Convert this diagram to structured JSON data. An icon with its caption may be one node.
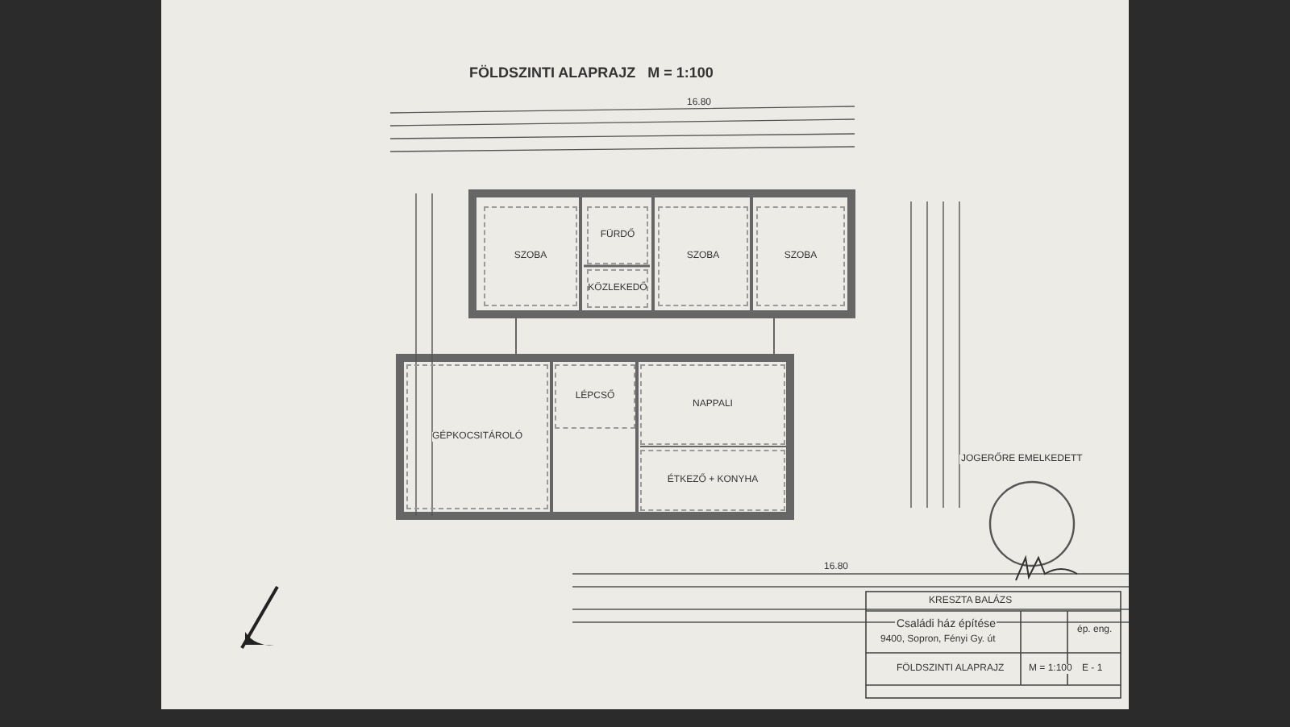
{
  "diagram": {
    "title": "FÖLDSZINTI ALAPRAJZ   M = 1:100",
    "nodes": [
      {
        "text": [
          "SZOBA"
        ]
      },
      {
        "text": [
          "FÜRDŐ"
        ]
      },
      {
        "text": [
          "KÖZLEKEDŐ"
        ]
      },
      {
        "text": [
          "SZOBA"
        ]
      },
      {
        "text": [
          "SZOBA"
        ]
      },
      {
        "text": [
          "GÉPKOCSITÁROLÓ"
        ]
      },
      {
        "text": [
          "LÉPCSŐ"
        ]
      },
      {
        "text": [
          "NAPPALI"
        ]
      },
      {
        "text": [
          "ÉTKEZŐ + KONYHA"
        ]
      }
    ],
    "labels": [
      "16.80",
      "16.80",
      "JOGERŐRE EMELKEDETT",
      "KRESZTA BALÁZS",
      "Családi ház építése",
      "9400, Sopron, Fényi Gy. út",
      "ép. eng.",
      "FÖLDSZINTI ALAPRAJZ",
      "M = 1:100",
      "E - 1"
    ]
  }
}
